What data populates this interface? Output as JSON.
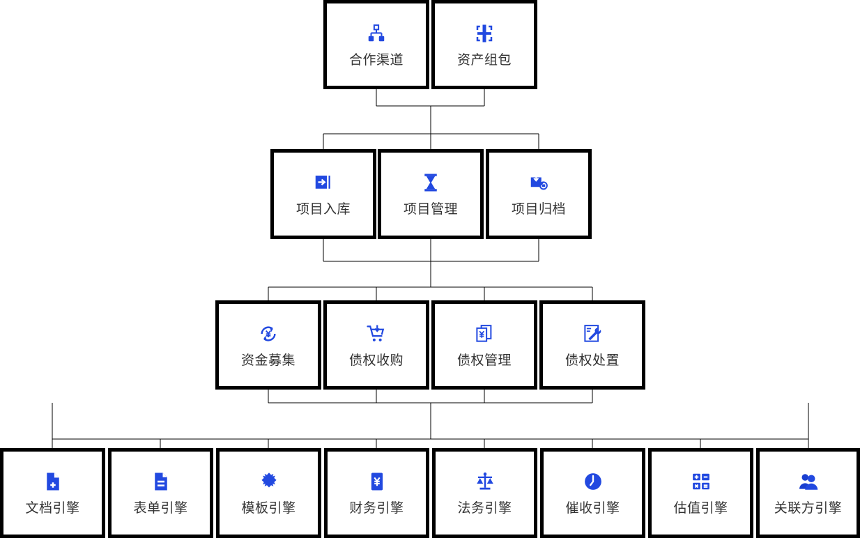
{
  "theme": {
    "icon_color": "#2249e0",
    "icon_color_dark": "#1a3fd0",
    "border_color": "#000000",
    "text_color": "#333333",
    "background": "#ffffff"
  },
  "diagram": {
    "type": "hierarchy-tree",
    "title": "",
    "rows": [
      {
        "id": "row-sources",
        "nodes": [
          {
            "id": "hezuo-qudao",
            "label": "合作渠道",
            "icon": "org-chart-icon"
          },
          {
            "id": "zichan-zubao",
            "label": "资产组包",
            "icon": "package-split-icon"
          }
        ]
      },
      {
        "id": "row-project",
        "nodes": [
          {
            "id": "xiangmu-ruku",
            "label": "项目入库",
            "icon": "import-arrow-icon"
          },
          {
            "id": "xiangmu-guanli",
            "label": "项目管理",
            "icon": "hourglass-icon"
          },
          {
            "id": "xiangmu-guidang",
            "label": "项目归档",
            "icon": "archive-download-icon"
          }
        ]
      },
      {
        "id": "row-claims",
        "nodes": [
          {
            "id": "zijin-muji",
            "label": "资金募集",
            "icon": "currency-refresh-icon"
          },
          {
            "id": "zhaiquan-shougou",
            "label": "债权收购",
            "icon": "cart-download-icon"
          },
          {
            "id": "zhaiquan-guanli",
            "label": "债权管理",
            "icon": "yen-documents-icon"
          },
          {
            "id": "zhaiquan-chuzhi",
            "label": "债权处置",
            "icon": "wrench-doc-icon"
          }
        ]
      },
      {
        "id": "row-engines",
        "nodes": [
          {
            "id": "wendang-yinqing",
            "label": "文档引擎",
            "icon": "document-plus-icon"
          },
          {
            "id": "biaodan-yinqing",
            "label": "表单引擎",
            "icon": "form-icon"
          },
          {
            "id": "muban-yinqing",
            "label": "模板引擎",
            "icon": "puzzle-icon"
          },
          {
            "id": "caiwu-yinqing",
            "label": "财务引擎",
            "icon": "yen-note-icon"
          },
          {
            "id": "fawu-yinqing",
            "label": "法务引擎",
            "icon": "scales-icon"
          },
          {
            "id": "cuishou-yinqing",
            "label": "催收引擎",
            "icon": "clock-icon"
          },
          {
            "id": "guzhi-yinqing",
            "label": "估值引擎",
            "icon": "calculator-icon"
          },
          {
            "id": "guanlianfang-yinqing",
            "label": "关联方引擎",
            "icon": "users-icon"
          }
        ]
      }
    ]
  }
}
